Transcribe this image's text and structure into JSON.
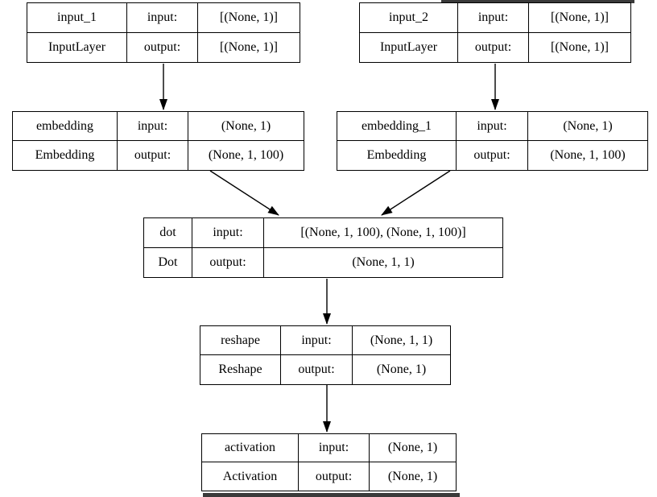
{
  "diagram": {
    "kind": "model-architecture-graph",
    "io_labels": {
      "input": "input:",
      "output": "output:"
    },
    "nodes": [
      {
        "name": "input_1",
        "type": "InputLayer",
        "input_shape": "[(None, 1)]",
        "output_shape": "[(None, 1)]"
      },
      {
        "name": "input_2",
        "type": "InputLayer",
        "input_shape": "[(None, 1)]",
        "output_shape": "[(None, 1)]"
      },
      {
        "name": "embedding",
        "type": "Embedding",
        "input_shape": "(None, 1)",
        "output_shape": "(None, 1, 100)"
      },
      {
        "name": "embedding_1",
        "type": "Embedding",
        "input_shape": "(None, 1)",
        "output_shape": "(None, 1, 100)"
      },
      {
        "name": "dot",
        "type": "Dot",
        "input_shape": "[(None, 1, 100), (None, 1, 100)]",
        "output_shape": "(None, 1, 1)"
      },
      {
        "name": "reshape",
        "type": "Reshape",
        "input_shape": "(None, 1, 1)",
        "output_shape": "(None, 1)"
      },
      {
        "name": "activation",
        "type": "Activation",
        "input_shape": "(None, 1)",
        "output_shape": "(None, 1)"
      }
    ],
    "edges": [
      {
        "from": "input_1",
        "to": "embedding"
      },
      {
        "from": "input_2",
        "to": "embedding_1"
      },
      {
        "from": "embedding",
        "to": "dot"
      },
      {
        "from": "embedding_1",
        "to": "dot"
      },
      {
        "from": "dot",
        "to": "reshape"
      },
      {
        "from": "reshape",
        "to": "activation"
      }
    ],
    "colors": {
      "border": "#000000",
      "background": "#ffffff",
      "cropped_elements": "#3a3a3a"
    }
  }
}
